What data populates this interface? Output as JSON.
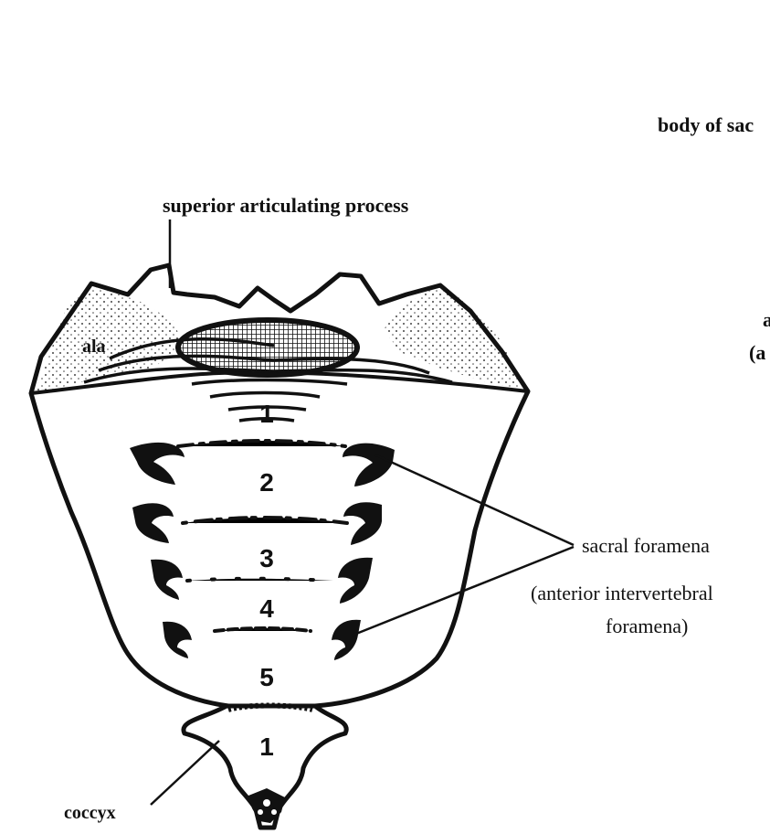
{
  "labels": {
    "body_of_sacrum": "body of sac",
    "superior_articulating_process": "superior articulating process",
    "ala": "ala",
    "right_cut_line1": "a",
    "right_cut_line2": "(a",
    "sacral_foramena": "sacral foramena",
    "anterior_intervertebral_line1": "(anterior intervertebral",
    "anterior_intervertebral_line2": "foramena)",
    "coccyx": "coccyx"
  },
  "segments": {
    "sacral": [
      "1",
      "2",
      "3",
      "4",
      "5"
    ],
    "coccygeal": "1"
  },
  "colors": {
    "ink": "#111111",
    "background": "#ffffff"
  }
}
